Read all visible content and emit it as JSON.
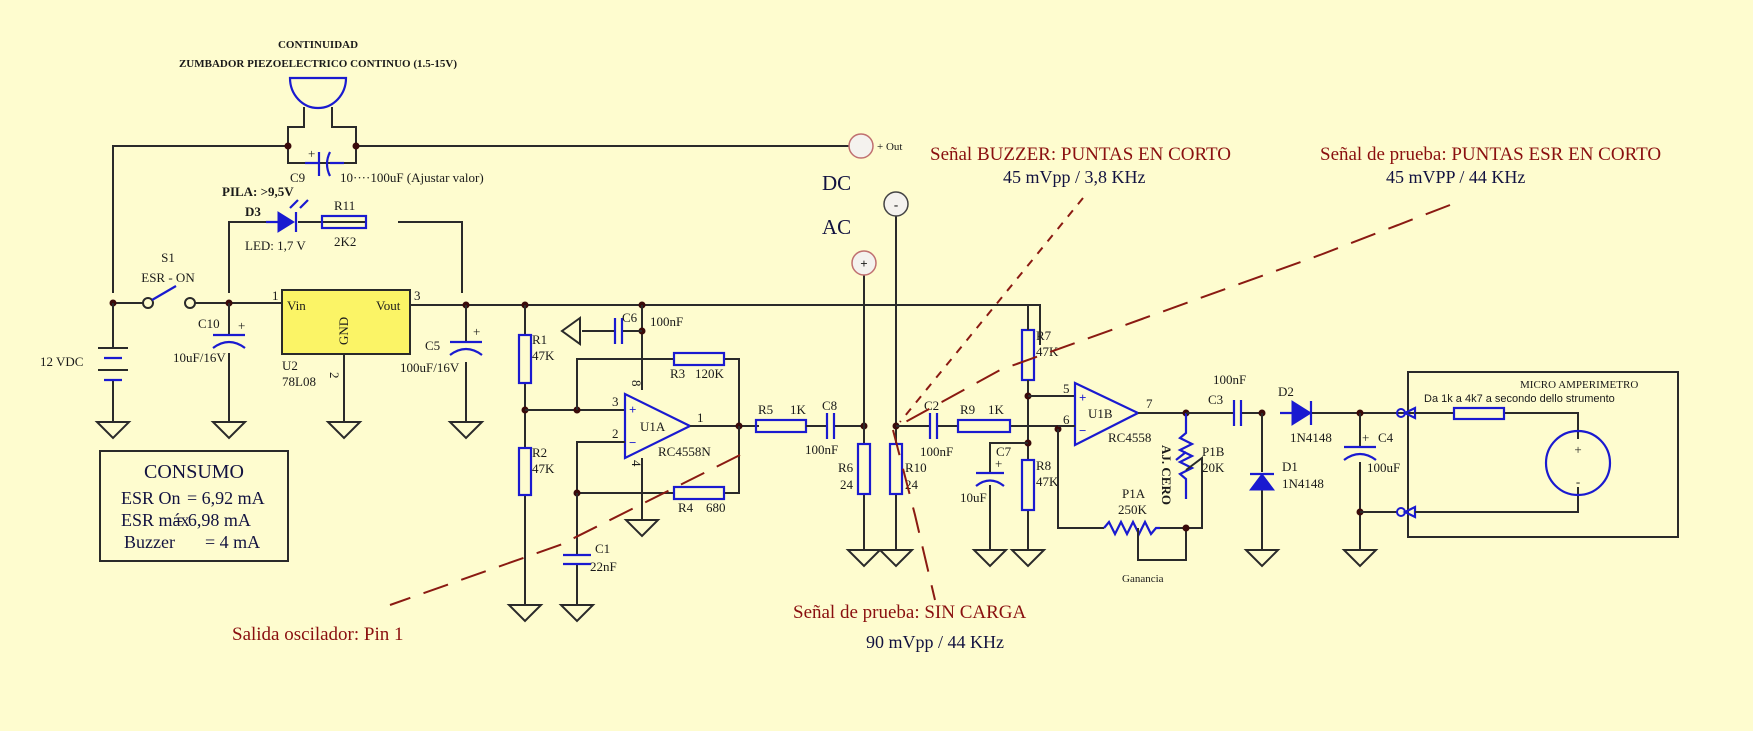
{
  "buzzer": {
    "title": "CONTINUIDAD",
    "subtitle": "ZUMBADOR PIEZOELECTRICO CONTINUO (1.5-15V)"
  },
  "components": {
    "C9": {
      "ref": "C9",
      "value": "10····100uF (Ajustar valor)"
    },
    "D3": {
      "ref": "D3",
      "value": "LED: 1,7 V",
      "note": "PILA: >9,5V"
    },
    "R11": {
      "ref": "R11",
      "value": "2K2"
    },
    "S1": {
      "ref": "S1",
      "value": "ESR - ON"
    },
    "battery": {
      "value": "12 VDC"
    },
    "C10": {
      "ref": "C10",
      "value": "10uF/16V"
    },
    "U2": {
      "ref": "U2",
      "value": "78L08",
      "vin": "Vin",
      "vout": "Vout",
      "gnd": "GND",
      "pin1": "1",
      "pin2": "2",
      "pin3": "3"
    },
    "C5": {
      "ref": "C5",
      "value": "100uF/16V"
    },
    "R1": {
      "ref": "R1",
      "value": "47K"
    },
    "R2": {
      "ref": "R2",
      "value": "47K"
    },
    "C6": {
      "ref": "C6",
      "value": "100nF"
    },
    "R3": {
      "ref": "R3",
      "value": "120K"
    },
    "R4": {
      "ref": "R4",
      "value": "680"
    },
    "U1A": {
      "ref": "U1A",
      "value": "RC4558N",
      "pin1": "1",
      "pin2": "2",
      "pin3": "3",
      "pin4": "4",
      "pin8": "8"
    },
    "C1": {
      "ref": "C1",
      "value": "22nF"
    },
    "R5": {
      "ref": "R5",
      "value": "1K"
    },
    "C8": {
      "ref": "C8",
      "value": "100nF"
    },
    "R6": {
      "ref": "R6",
      "value": "24"
    },
    "R10": {
      "ref": "R10",
      "value": "24"
    },
    "C2": {
      "ref": "C2",
      "value": "100nF"
    },
    "R9": {
      "ref": "R9",
      "value": "1K"
    },
    "C7": {
      "ref": "C7",
      "value": "10uF"
    },
    "R7": {
      "ref": "R7",
      "value": "47K"
    },
    "R8": {
      "ref": "R8",
      "value": "47K"
    },
    "U1B": {
      "ref": "U1B",
      "value": "RC4558",
      "pin5": "5",
      "pin6": "6",
      "pin7": "7"
    },
    "P1A": {
      "ref": "P1A",
      "value": "250K",
      "note": "Ganancia"
    },
    "P1B": {
      "ref": "P1B",
      "value": "20K",
      "note": "AJ. CERO"
    },
    "C3": {
      "ref": "C3",
      "value": "100nF"
    },
    "D1": {
      "ref": "D1",
      "value": "1N4148"
    },
    "D2": {
      "ref": "D2",
      "value": "1N4148"
    },
    "C4": {
      "ref": "C4",
      "value": "100uF"
    }
  },
  "terminals": {
    "out": "+ Out",
    "dc": "DC",
    "ac": "AC",
    "minus": "-",
    "plus": "+"
  },
  "meter": {
    "title": "MICRO AMPERIMETRO",
    "note": "Da 1k a 4k7 a secondo dello strumento",
    "plus": "+",
    "minus": "-"
  },
  "consumo": {
    "title": "CONSUMO",
    "rows": [
      {
        "label": "ESR On",
        "value": "= 6,92 mA"
      },
      {
        "label": "ESR máx",
        "value": "= 6,98 mA"
      },
      {
        "label": "Buzzer",
        "value": "= 4 mA"
      }
    ]
  },
  "annotations": [
    {
      "title": "Señal BUZZER: PUNTAS EN CORTO",
      "value": "45 mVpp / 3,8 KHz"
    },
    {
      "title": "Señal de prueba: PUNTAS ESR EN CORTO",
      "value": "45 mVPP / 44 KHz"
    },
    {
      "title": "Señal de prueba: SIN CARGA",
      "value": "90 mVpp / 44 KHz"
    },
    {
      "title": "Salida oscilador: Pin 1",
      "value": ""
    }
  ]
}
